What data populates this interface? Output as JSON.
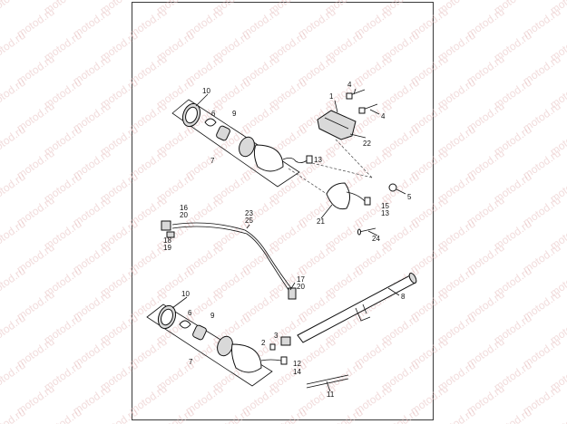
{
  "watermark": {
    "text": "motod.ru",
    "color": "#e7c0c0"
  },
  "callouts": [
    "1",
    "2",
    "3",
    "4",
    "4",
    "5",
    "6",
    "6",
    "7",
    "7",
    "8",
    "9",
    "9",
    "10",
    "10",
    "11",
    "12",
    "14",
    "13",
    "15",
    "13",
    "16",
    "20",
    "17",
    "20",
    "18",
    "19",
    "21",
    "22",
    "23",
    "25",
    "24"
  ]
}
